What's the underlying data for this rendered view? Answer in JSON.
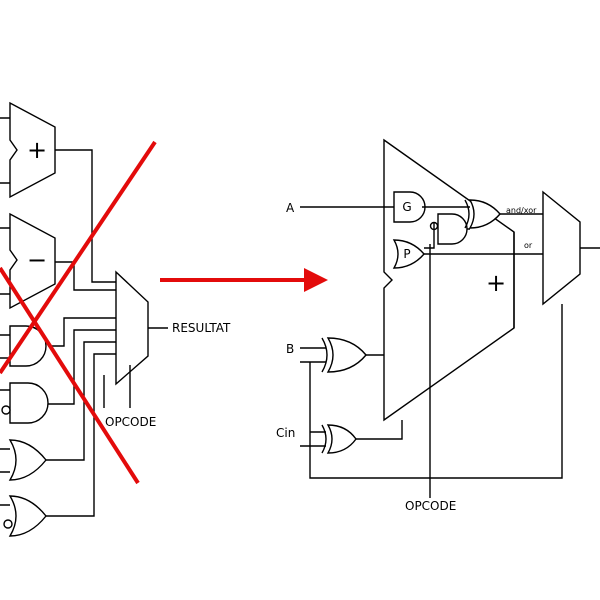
{
  "left_circuit": {
    "output_label": "RESULTAT",
    "opcode_label": "OPCODE",
    "adder_symbol": "+",
    "subtractor_symbol": "−",
    "cross_color": "#e30b0b"
  },
  "right_circuit": {
    "input_a": "A",
    "input_b": "B",
    "input_cin": "Cin",
    "opcode_label": "OPCODE",
    "gate_g": "G",
    "gate_p": "P",
    "mux_in_and_xor": "and/xor",
    "mux_in_or": "or",
    "adder_symbol": "+"
  },
  "arrow_color": "#e30b0b"
}
